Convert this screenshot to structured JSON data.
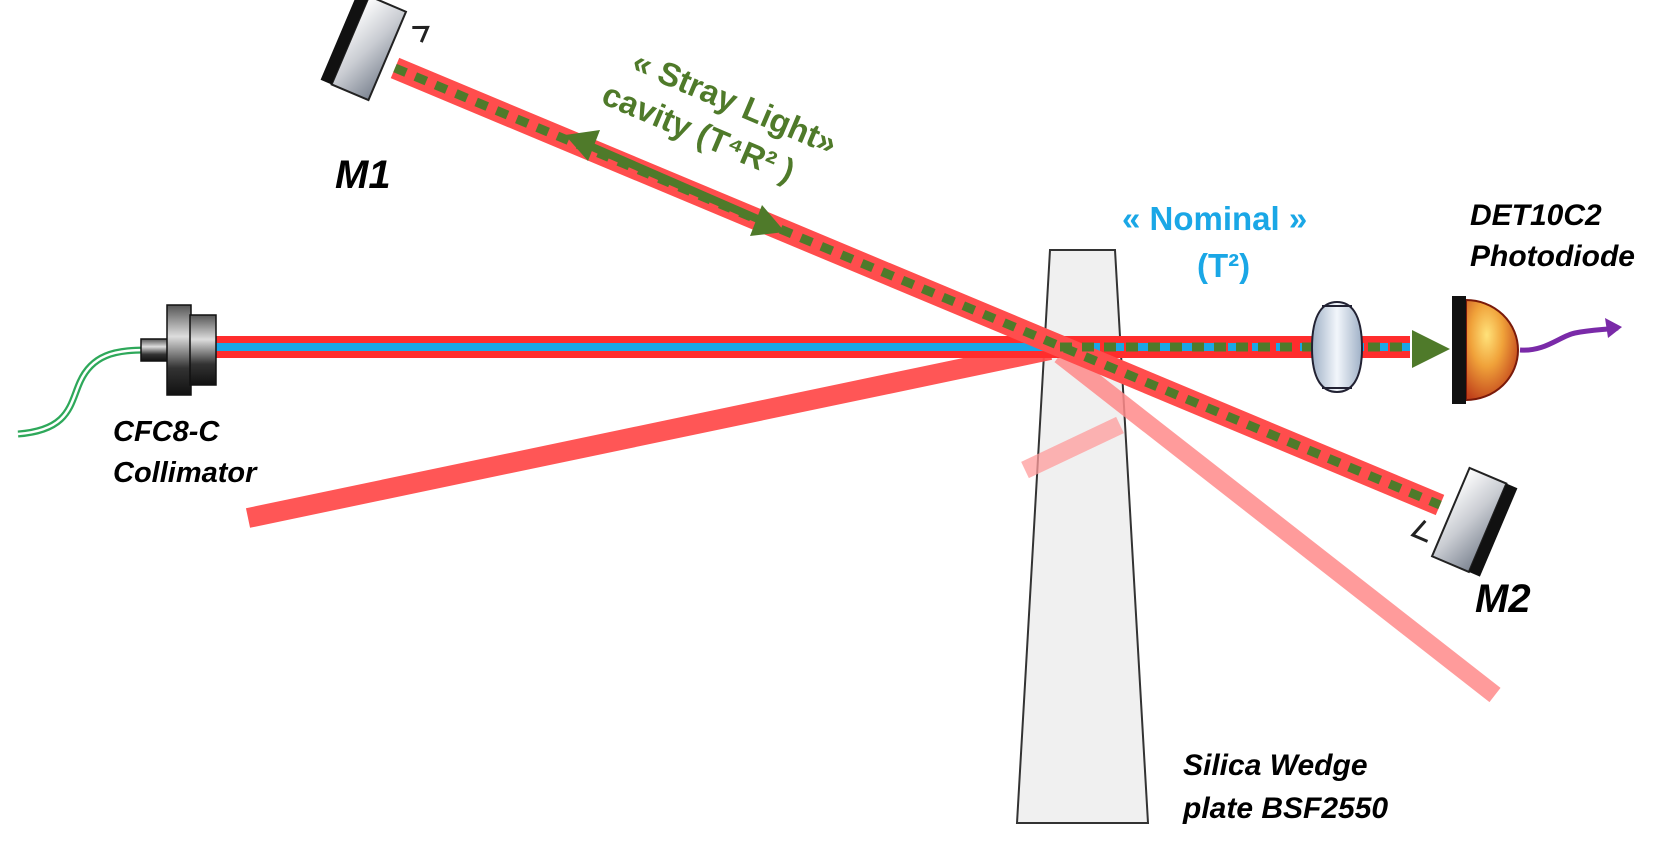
{
  "colors": {
    "beam_red": "#ff3b3b",
    "beam_red_faint": "#ff8a8a",
    "nominal_blue": "#1aa7e6",
    "stray_green": "#4f7a2a",
    "fiber_green": "#2ea85a",
    "wedge_fill": "#f0f0f0",
    "output_purple": "#7a2aa8"
  },
  "labels": {
    "m1": "M1",
    "m2": "M2",
    "collimator_line1": "CFC8-C",
    "collimator_line2": "Collimator",
    "photodiode_line1": "DET10C2",
    "photodiode_line2": "Photodiode",
    "wedge_line1": "Silica Wedge",
    "wedge_line2": "plate BSF2550",
    "nominal_line1": "« Nominal »",
    "nominal_line2": "(T²)",
    "stray_line1": "« Stray Light»",
    "stray_line2": "cavity (T⁴R² )"
  },
  "icons": [
    "collimator-icon",
    "fiber-icon",
    "mirror-icon",
    "lens-icon",
    "photodiode-icon",
    "wedge-plate-icon"
  ]
}
